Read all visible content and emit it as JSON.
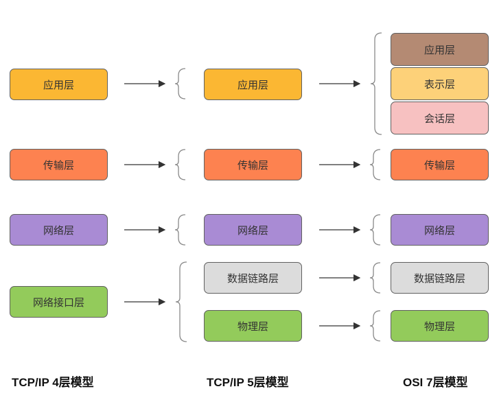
{
  "diagram": {
    "title": "TCP/IP and OSI network model layer comparison",
    "columns": [
      {
        "caption": "TCP/IP 4层模型",
        "layers": [
          {
            "label": "应用层",
            "color": "#fbb733"
          },
          {
            "label": "传输层",
            "color": "#fd8250"
          },
          {
            "label": "网络层",
            "color": "#a98bd4"
          },
          {
            "label": "网络接口层",
            "color": "#93cb5b"
          }
        ]
      },
      {
        "caption": "TCP/IP 5层模型",
        "layers": [
          {
            "label": "应用层",
            "color": "#fbb733"
          },
          {
            "label": "传输层",
            "color": "#fd8250"
          },
          {
            "label": "网络层",
            "color": "#a98bd4"
          },
          {
            "label": "数据链路层",
            "color": "#dcdcdc"
          },
          {
            "label": "物理层",
            "color": "#93cb5b"
          }
        ]
      },
      {
        "caption": "OSI 7层模型",
        "layers": [
          {
            "label": "应用层",
            "color": "#b48a73"
          },
          {
            "label": "表示层",
            "color": "#fdd179"
          },
          {
            "label": "会话层",
            "color": "#f7c1c1"
          },
          {
            "label": "传输层",
            "color": "#fd8250"
          },
          {
            "label": "网络层",
            "color": "#a98bd4"
          },
          {
            "label": "数据链路层",
            "color": "#dcdcdc"
          },
          {
            "label": "物理层",
            "color": "#93cb5b"
          }
        ]
      }
    ],
    "mappings": [
      {
        "from": "TCP/IP 4层模型.应用层",
        "to": [
          "TCP/IP 5层模型.应用层"
        ]
      },
      {
        "from": "TCP/IP 4层模型.传输层",
        "to": [
          "TCP/IP 5层模型.传输层"
        ]
      },
      {
        "from": "TCP/IP 4层模型.网络层",
        "to": [
          "TCP/IP 5层模型.网络层"
        ]
      },
      {
        "from": "TCP/IP 4层模型.网络接口层",
        "to": [
          "TCP/IP 5层模型.数据链路层",
          "TCP/IP 5层模型.物理层"
        ]
      },
      {
        "from": "TCP/IP 5层模型.应用层",
        "to": [
          "OSI 7层模型.应用层",
          "OSI 7层模型.表示层",
          "OSI 7层模型.会话层"
        ]
      },
      {
        "from": "TCP/IP 5层模型.传输层",
        "to": [
          "OSI 7层模型.传输层"
        ]
      },
      {
        "from": "TCP/IP 5层模型.网络层",
        "to": [
          "OSI 7层模型.网络层"
        ]
      },
      {
        "from": "TCP/IP 5层模型.数据链路层",
        "to": [
          "OSI 7层模型.数据链路层"
        ]
      },
      {
        "from": "TCP/IP 5层模型.物理层",
        "to": [
          "OSI 7层模型.物理层"
        ]
      }
    ],
    "line_color": "#333333",
    "brace_color": "#888888"
  }
}
